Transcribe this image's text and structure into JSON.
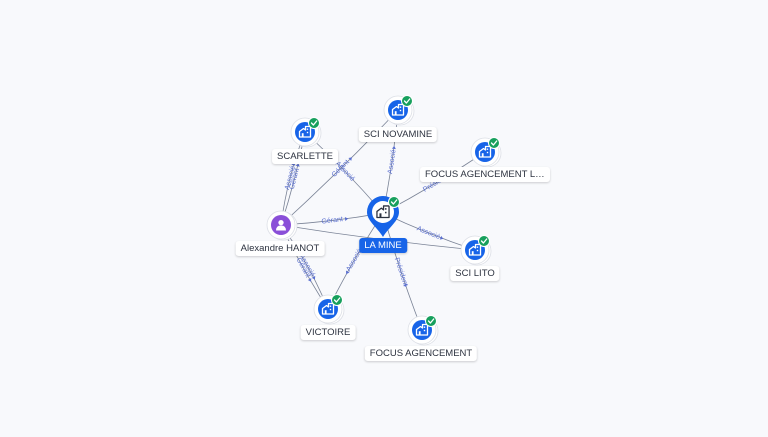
{
  "colors": {
    "company": "#1764e8",
    "person": "#8a4fd8",
    "check": "#17a05d",
    "edge": "#7a8396",
    "edge_label": "#5a6fd0",
    "label_bg": "#ffffff",
    "center_label_bg": "#1764e8"
  },
  "nodes": [
    {
      "id": "la_mine",
      "label": "LA MINE",
      "type": "company-center",
      "icon": "building-icon"
    },
    {
      "id": "sci_novamine",
      "label": "SCI NOVAMINE",
      "type": "company",
      "icon": "building-icon"
    },
    {
      "id": "scarlette",
      "label": "SCARLETTE",
      "type": "company",
      "icon": "building-icon"
    },
    {
      "id": "focus_la",
      "label": "FOCUS AGENCEMENT LA...",
      "type": "company",
      "icon": "building-icon"
    },
    {
      "id": "alexandre",
      "label": "Alexandre HANOT",
      "type": "person",
      "icon": "person-icon"
    },
    {
      "id": "sci_lito",
      "label": "SCI LITO",
      "type": "company",
      "icon": "building-icon"
    },
    {
      "id": "victoire",
      "label": "VICTOIRE",
      "type": "company",
      "icon": "building-icon"
    },
    {
      "id": "focus",
      "label": "FOCUS AGENCEMENT",
      "type": "company",
      "icon": "building-icon"
    }
  ],
  "edges": [
    {
      "from": "la_mine",
      "to": "sci_novamine",
      "label": "Associé"
    },
    {
      "from": "la_mine",
      "to": "scarlette",
      "label": "Associé"
    },
    {
      "from": "la_mine",
      "to": "focus_la",
      "label": "Présid..."
    },
    {
      "from": "alexandre",
      "to": "la_mine",
      "label": "Gérant"
    },
    {
      "from": "la_mine",
      "to": "sci_lito",
      "label": "Associé"
    },
    {
      "from": "la_mine",
      "to": "victoire",
      "label": "Associé"
    },
    {
      "from": "la_mine",
      "to": "focus",
      "label": "Président"
    },
    {
      "from": "alexandre",
      "to": "scarlette",
      "label": "Gérant"
    },
    {
      "from": "alexandre",
      "to": "scarlette",
      "label": "Associé"
    },
    {
      "from": "alexandre",
      "to": "victoire",
      "label": "Gérant"
    },
    {
      "from": "alexandre",
      "to": "victoire",
      "label": "Associé"
    },
    {
      "from": "alexandre",
      "to": "sci_novamine",
      "label": "Gérant"
    },
    {
      "from": "alexandre",
      "to": "sci_lito",
      "label": ""
    }
  ]
}
